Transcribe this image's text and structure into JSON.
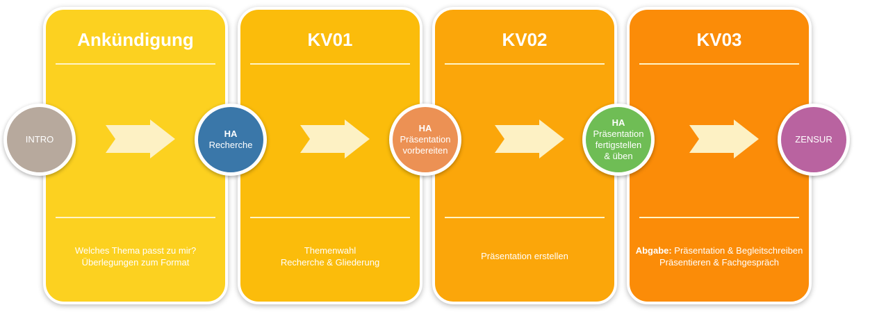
{
  "panels": [
    {
      "title": "Ankündigung",
      "desc_line1": "Welches Thema passt zu mir?",
      "desc_line2": "Überlegungen zum Format"
    },
    {
      "title": "KV01",
      "desc_line1": "Themenwahl",
      "desc_line2": "Recherche & Gliederung"
    },
    {
      "title": "KV02",
      "desc_line1": "Präsentation erstellen",
      "desc_line2": ""
    },
    {
      "title": "KV03",
      "desc_bold": "Abgabe:",
      "desc_line1": " Präsentation & Begleitschreiben",
      "desc_line2": "Präsentieren & Fachgespräch"
    }
  ],
  "circles": {
    "intro": {
      "label": "INTRO"
    },
    "recherche": {
      "ha": "HA",
      "line1": "Recherche"
    },
    "praesentation": {
      "ha": "HA",
      "line1": "Präsentation",
      "line2": "vorbereiten"
    },
    "fertigstellen": {
      "ha": "HA",
      "line1": "Präsentation",
      "line2": "fertigstellen",
      "line3": "& üben"
    },
    "zensur": {
      "label": "ZENSUR"
    }
  },
  "colors": {
    "panel1": "#fcd120",
    "panel2": "#fbbc0b",
    "panel3": "#fba60a",
    "panel4": "#fb8c08",
    "intro": "#b7a99d",
    "recherche": "#3a77a9",
    "praesentation": "#ec9154",
    "fertigstellen": "#6fbd55",
    "zensur": "#b963a0",
    "arrow": "#fdf1c4"
  }
}
